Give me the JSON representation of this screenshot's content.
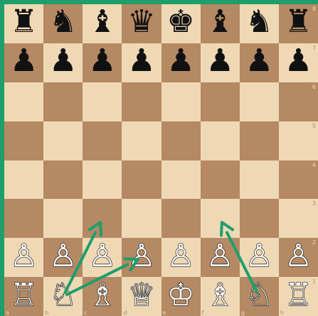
{
  "board": {
    "border_color": "#1e9e6b",
    "light_square_color": "#efd9b5",
    "dark_square_color": "#b58963",
    "arrow_color": "#1e9e6b",
    "ranks": [
      [
        {
          "glyph": "♜",
          "name": "black-rook-icon",
          "color": "black"
        },
        {
          "glyph": "♞",
          "name": "black-knight-icon",
          "color": "black"
        },
        {
          "glyph": "♝",
          "name": "black-bishop-icon",
          "color": "black"
        },
        {
          "glyph": "♛",
          "name": "black-queen-icon",
          "color": "black"
        },
        {
          "glyph": "♚",
          "name": "black-king-icon",
          "color": "black"
        },
        {
          "glyph": "♝",
          "name": "black-bishop-icon",
          "color": "black"
        },
        {
          "glyph": "♞",
          "name": "black-knight-icon",
          "color": "black"
        },
        {
          "glyph": "♜",
          "name": "black-rook-icon",
          "color": "black"
        }
      ],
      [
        {
          "glyph": "♟",
          "name": "black-pawn-icon",
          "color": "black"
        },
        {
          "glyph": "♟",
          "name": "black-pawn-icon",
          "color": "black"
        },
        {
          "glyph": "♟",
          "name": "black-pawn-icon",
          "color": "black"
        },
        {
          "glyph": "♟",
          "name": "black-pawn-icon",
          "color": "black"
        },
        {
          "glyph": "♟",
          "name": "black-pawn-icon",
          "color": "black"
        },
        {
          "glyph": "♟",
          "name": "black-pawn-icon",
          "color": "black"
        },
        {
          "glyph": "♟",
          "name": "black-pawn-icon",
          "color": "black"
        },
        {
          "glyph": "♟",
          "name": "black-pawn-icon",
          "color": "black"
        }
      ],
      [
        null,
        null,
        null,
        null,
        null,
        null,
        null,
        null
      ],
      [
        null,
        null,
        null,
        null,
        null,
        null,
        null,
        null
      ],
      [
        null,
        null,
        null,
        null,
        null,
        null,
        null,
        null
      ],
      [
        null,
        null,
        null,
        null,
        null,
        null,
        null,
        null
      ],
      [
        {
          "glyph": "♙",
          "name": "white-pawn-icon",
          "color": "white"
        },
        {
          "glyph": "♙",
          "name": "white-pawn-icon",
          "color": "white"
        },
        {
          "glyph": "♙",
          "name": "white-pawn-icon",
          "color": "white"
        },
        {
          "glyph": "♙",
          "name": "white-pawn-icon",
          "color": "white"
        },
        {
          "glyph": "♙",
          "name": "white-pawn-icon",
          "color": "white"
        },
        {
          "glyph": "♙",
          "name": "white-pawn-icon",
          "color": "white"
        },
        {
          "glyph": "♙",
          "name": "white-pawn-icon",
          "color": "white"
        },
        {
          "glyph": "♙",
          "name": "white-pawn-icon",
          "color": "white"
        }
      ],
      [
        {
          "glyph": "♖",
          "name": "white-rook-icon",
          "color": "white"
        },
        {
          "glyph": "♘",
          "name": "white-knight-icon",
          "color": "white"
        },
        {
          "glyph": "♗",
          "name": "white-bishop-icon",
          "color": "white"
        },
        {
          "glyph": "♕",
          "name": "white-queen-icon",
          "color": "white"
        },
        {
          "glyph": "♔",
          "name": "white-king-icon",
          "color": "white"
        },
        {
          "glyph": "♗",
          "name": "white-bishop-icon",
          "color": "white"
        },
        {
          "glyph": "♘",
          "name": "white-knight-icon",
          "color": "white"
        },
        {
          "glyph": "♖",
          "name": "white-rook-icon",
          "color": "white"
        }
      ]
    ],
    "rank_labels": [
      "8",
      "7",
      "6",
      "5",
      "4",
      "3",
      "2",
      "1"
    ],
    "file_labels": [
      "a",
      "b",
      "c",
      "d",
      "e",
      "f",
      "g",
      "h"
    ],
    "arrows": [
      {
        "from": "b1",
        "to": "c3"
      },
      {
        "from": "b1",
        "to": "d2"
      },
      {
        "from": "g1",
        "to": "f3"
      }
    ]
  }
}
